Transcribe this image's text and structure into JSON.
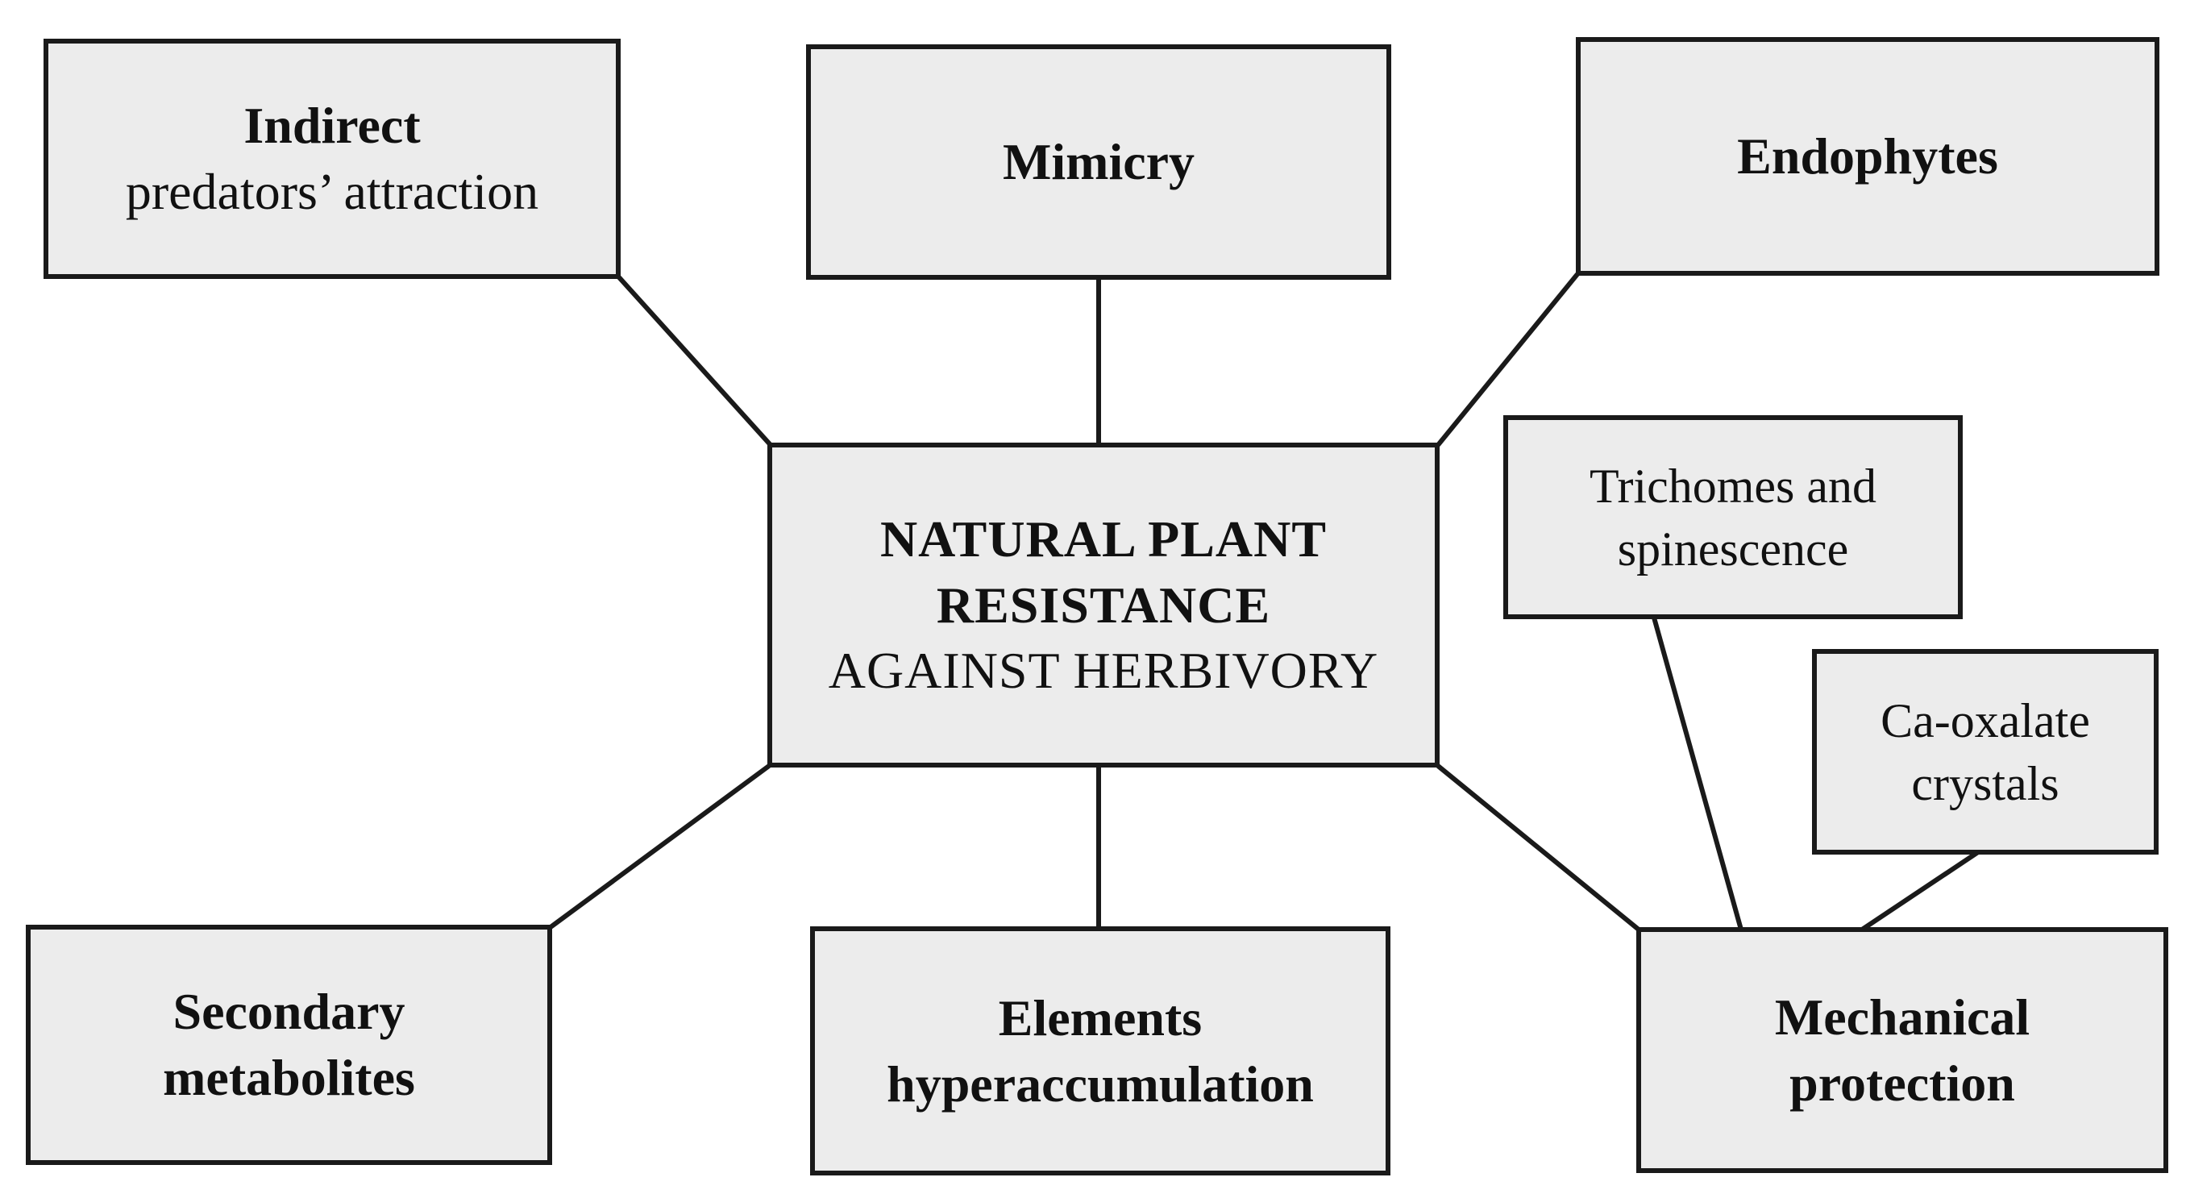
{
  "colors": {
    "background": "#ffffff",
    "box_fill": "#ececec",
    "box_border": "#1a1a1a",
    "connector": "#1a1a1a",
    "text": "#111111"
  },
  "boxes": {
    "indirect": {
      "line1": "Indirect",
      "line2": "predators’ attraction"
    },
    "mimicry": {
      "line1": "Mimicry"
    },
    "endophytes": {
      "line1": "Endophytes"
    },
    "center": {
      "line1": "NATURAL PLANT",
      "line2": "RESISTANCE",
      "line3": "AGAINST HERBIVORY"
    },
    "trichomes": {
      "line1": "Trichomes and",
      "line2": "spinescence"
    },
    "ca_oxalate": {
      "line1": "Ca-oxalate",
      "line2": "crystals"
    },
    "secondary": {
      "line1": "Secondary",
      "line2": "metabolites"
    },
    "elements": {
      "line1": "Elements",
      "line2": "hyperaccumulation"
    },
    "mechanical": {
      "line1": "Mechanical",
      "line2": "protection"
    }
  },
  "connections": [
    {
      "from": "indirect",
      "to": "center"
    },
    {
      "from": "mimicry",
      "to": "center"
    },
    {
      "from": "endophytes",
      "to": "center"
    },
    {
      "from": "center",
      "to": "secondary"
    },
    {
      "from": "center",
      "to": "elements"
    },
    {
      "from": "center",
      "to": "mechanical"
    },
    {
      "from": "trichomes",
      "to": "mechanical"
    },
    {
      "from": "ca_oxalate",
      "to": "mechanical"
    }
  ]
}
